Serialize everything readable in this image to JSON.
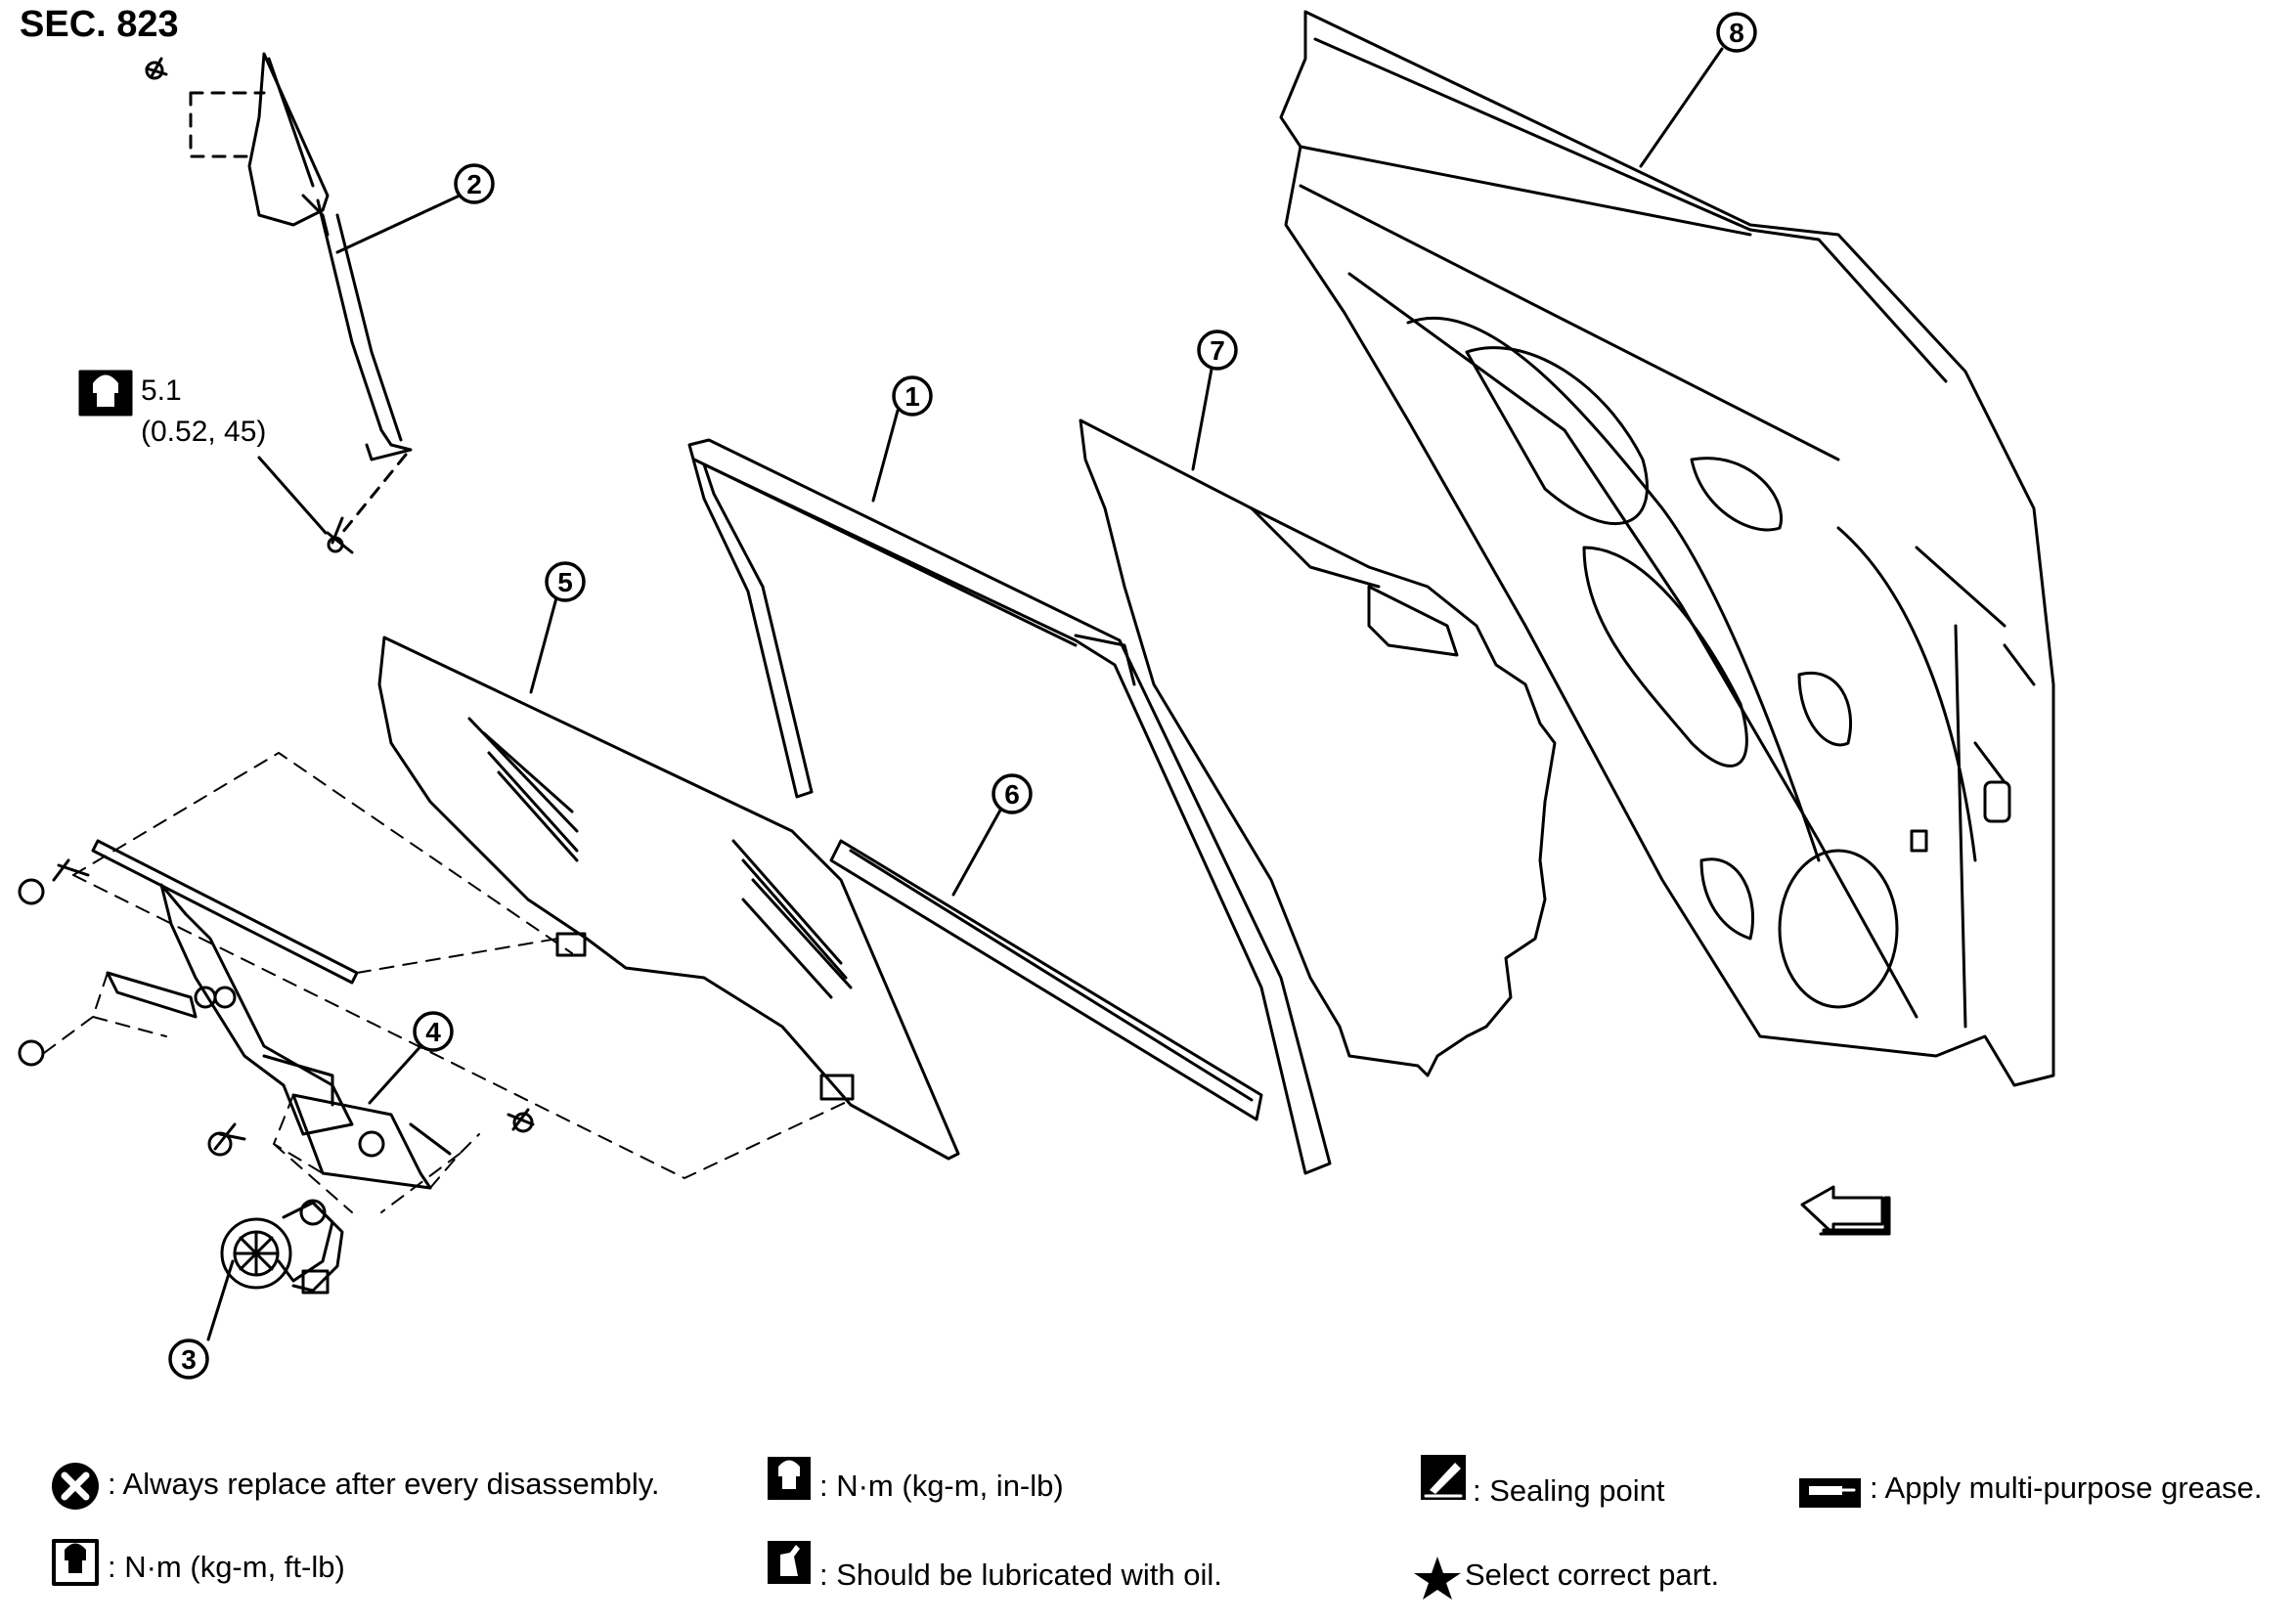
{
  "section": "SEC. 823",
  "callouts": [
    {
      "num": "1",
      "part": "callout-1"
    },
    {
      "num": "2",
      "part": "callout-2"
    },
    {
      "num": "3",
      "part": "callout-3"
    },
    {
      "num": "4",
      "part": "callout-4"
    },
    {
      "num": "5",
      "part": "callout-5"
    },
    {
      "num": "6",
      "part": "callout-6"
    },
    {
      "num": "7",
      "part": "callout-7"
    },
    {
      "num": "8",
      "part": "callout-8"
    }
  ],
  "torque": {
    "value": "5.1",
    "sub": "(0.52, 45)"
  },
  "legend": {
    "replace": ": Always replace after every disassembly.",
    "torque_inlb": ": N·m (kg-m, in-lb)",
    "sealing": ": Sealing point",
    "grease": ": Apply multi-purpose grease.",
    "torque_ftlb": ": N·m (kg-m, ft-lb)",
    "oil": ": Should be lubricated with oil.",
    "select": "Select correct part."
  },
  "icons": {
    "replace": "x-circle-icon",
    "torque": "wrench-socket-icon",
    "sealing": "sealing-point-icon",
    "grease": "grease-gun-icon",
    "oil": "oil-can-icon",
    "select": "star-icon",
    "front": "front-arrow-icon"
  }
}
